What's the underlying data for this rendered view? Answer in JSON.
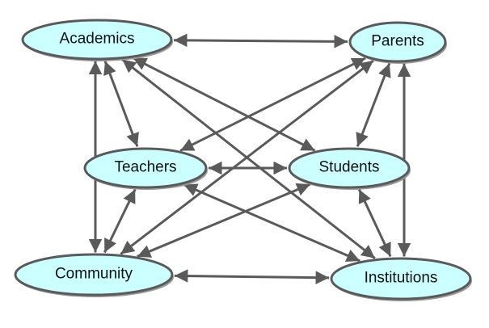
{
  "nodes": [
    {
      "id": "academics",
      "label": "Academics"
    },
    {
      "id": "parents",
      "label": "Parents"
    },
    {
      "id": "teachers",
      "label": "Teachers"
    },
    {
      "id": "students",
      "label": "Students"
    },
    {
      "id": "community",
      "label": "Community"
    },
    {
      "id": "institutions",
      "label": "Institutions"
    }
  ],
  "edges": [
    [
      "academics",
      "parents"
    ],
    [
      "academics",
      "teachers"
    ],
    [
      "academics",
      "community"
    ],
    [
      "academics",
      "students"
    ],
    [
      "academics",
      "institutions"
    ],
    [
      "parents",
      "teachers"
    ],
    [
      "parents",
      "community"
    ],
    [
      "parents",
      "students"
    ],
    [
      "parents",
      "institutions"
    ],
    [
      "teachers",
      "students"
    ],
    [
      "teachers",
      "community"
    ],
    [
      "teachers",
      "institutions"
    ],
    [
      "students",
      "community"
    ],
    [
      "students",
      "institutions"
    ],
    [
      "community",
      "institutions"
    ]
  ],
  "colors": {
    "node_fill": "#ccffff",
    "stroke": "#5a5a5a",
    "shadow": "#9a9a9a"
  }
}
